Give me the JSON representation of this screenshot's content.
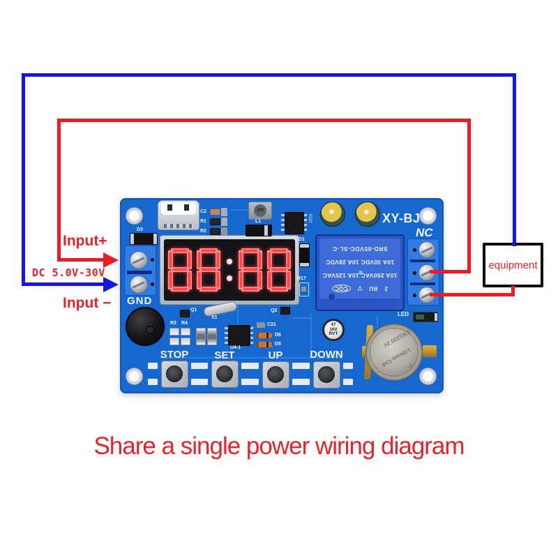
{
  "colors": {
    "wire_red": "#ed1c24",
    "wire_blue": "#1616e0",
    "text_red": "#e8212a",
    "pcb_blue": "#1668cf",
    "pcb_trace": "#4a90e8",
    "terminal_blue": "#2e7ce6",
    "relay_body": "#2a55c4",
    "relay_panel": "#3d6bd8",
    "display_red": "#ff2a2a",
    "silk_white": "#f2f6fb"
  },
  "annotations": {
    "input_plus": "Input+",
    "supply_range": "DC 5.0V-30V",
    "input_minus": "Input −",
    "equipment": "equipment",
    "caption": "Share a single power wiring diagram"
  },
  "pcb": {
    "model": "XY-BJ",
    "nc": "NC",
    "gnd": "GND",
    "led": "LED",
    "display": {
      "value": "88:88"
    },
    "buttons": [
      "STOP",
      "SET",
      "UP",
      "DOWN"
    ],
    "relay": {
      "model": "SRD-05VDC-SL-C",
      "ratings_dc": "10A 30VDC 10A 28VDC",
      "ratings_ac": "10A 250VAC 10A 125VAC",
      "logos": [
        "2",
        "RU",
        "▽",
        "CQC"
      ]
    },
    "battery": {
      "model": "CR1220",
      "voltage": "3V",
      "type": "Lithium Cell",
      "polarity": "+"
    },
    "capacitor_47": [
      "47",
      "16V",
      "RVT"
    ],
    "refs": {
      "d3": "D3",
      "c2": "C2",
      "r1": "R1",
      "r2": "R2",
      "l1": "L1",
      "l1_value": "470",
      "ic_marking": "3533",
      "d1": "D1",
      "r17": "R17",
      "q1": "Q1",
      "x1": "X1",
      "q2": "Q2",
      "c21": "C21",
      "d6": "D6",
      "d5": "D5",
      "r3": "R3",
      "r4": "R4",
      "u4": "U4-1"
    }
  }
}
